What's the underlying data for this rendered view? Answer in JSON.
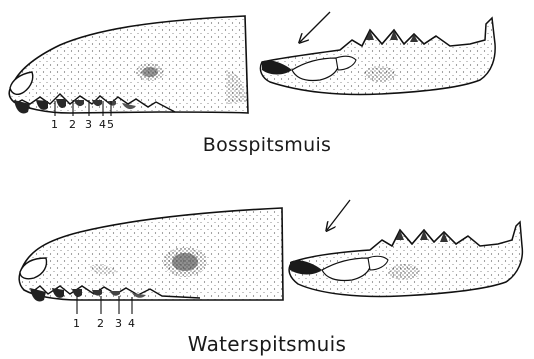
{
  "panels": [
    {
      "caption": "Bosspitsmuis",
      "tooth_labels": [
        "1",
        "2",
        "3",
        "4",
        "5"
      ]
    },
    {
      "caption": "Waterspitsmuis",
      "tooth_labels": [
        "1",
        "2",
        "3",
        "4"
      ]
    }
  ],
  "colors": {
    "ink": "#111111",
    "tooth_tip": "#1a1a1a",
    "shading": "#777777",
    "background": "#ffffff"
  }
}
